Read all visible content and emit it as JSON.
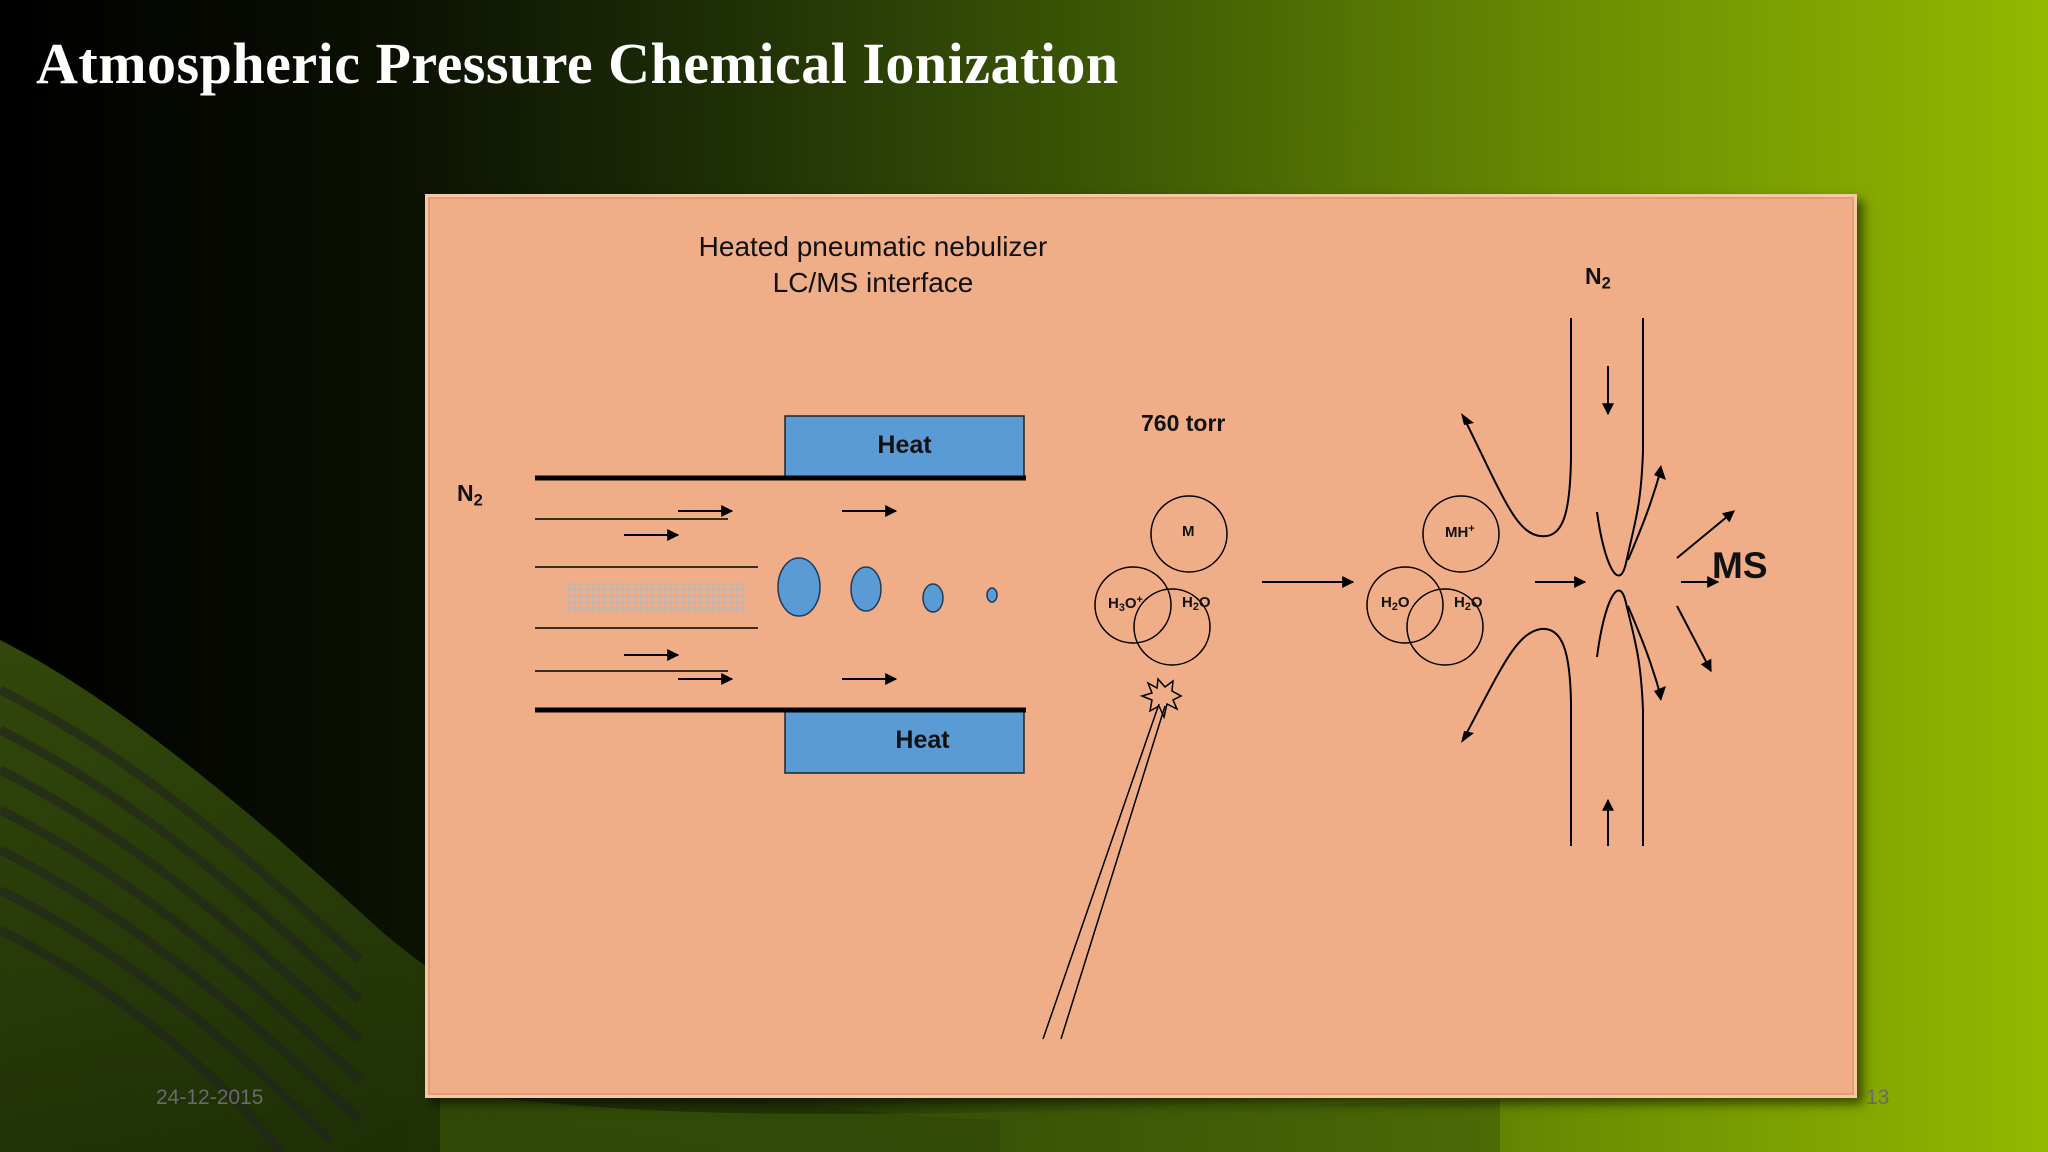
{
  "slide": {
    "title": "Atmospheric Pressure Chemical Ionization",
    "date": "24-12-2015",
    "page_number": "13"
  },
  "diagram": {
    "caption_line1": "Heated pneumatic nebulizer",
    "caption_line2": "LC/MS interface",
    "heat_top": "Heat",
    "heat_bottom": "Heat",
    "n2_left": "N",
    "n2_left_sub": "2",
    "n2_top": "N",
    "n2_top_sub": "2",
    "pressure": "760 torr",
    "ms": "MS",
    "cluster_left": {
      "m": "M",
      "h3o": "H",
      "h3o_sub": "3",
      "h3o_tail": "O",
      "h3o_sup": "+",
      "h2o": "H",
      "h2o_sub": "2",
      "h2o_tail": "O"
    },
    "cluster_right": {
      "mh": "MH",
      "mh_sup": "+",
      "h2o_a": "H",
      "h2o_a_sub": "2",
      "h2o_a_tail": "O",
      "h2o_b": "H",
      "h2o_b_sub": "2",
      "h2o_b_tail": "O"
    }
  },
  "colors": {
    "panel": "#f0ae88",
    "heater": "#5b9bd5",
    "background_dark": "#000000",
    "background_light": "#95b800"
  }
}
